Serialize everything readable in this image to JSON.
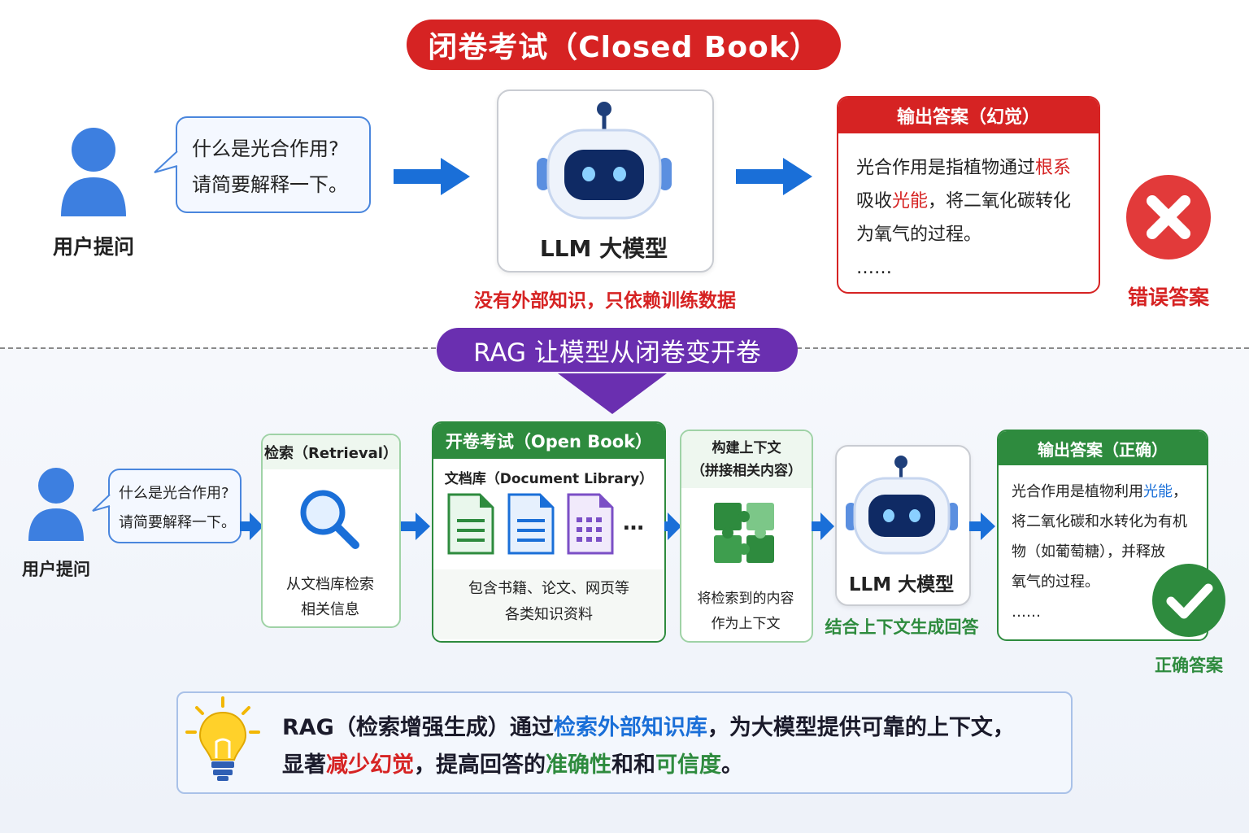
{
  "closed": {
    "title": "闭卷考试（Closed Book）",
    "user_question_line1": "什么是光合作用?",
    "user_question_line2": "请简要解释一下。",
    "user_label": "用户提问",
    "llm_label": "LLM 大模型",
    "llm_note": "没有外部知识，只依赖训练数据",
    "output_header": "输出答案（幻觉）",
    "answer_p1": "光合作用是指植物通过",
    "answer_h1": "根系",
    "answer_p2": "吸收",
    "answer_h2": "光能",
    "answer_p3": "，将二氧化碳转化",
    "answer_p4": "为氧气的过程。",
    "answer_ellipsis": "……",
    "verdict": "错误答案"
  },
  "transition": {
    "title": "RAG 让模型从闭卷变开卷"
  },
  "open": {
    "user_question_line1": "什么是光合作用?",
    "user_question_line2": "请简要解释一下。",
    "user_label": "用户提问",
    "retrieval_header": "检索（Retrieval）",
    "retrieval_desc1": "从文档库检索",
    "retrieval_desc2": "相关信息",
    "openbook_header": "开卷考试（Open Book）",
    "library_label": "文档库（Document Library）",
    "library_more": "…",
    "library_desc1": "包含书籍、论文、网页等",
    "library_desc2": "各类知识资料",
    "context_header1": "构建上下文",
    "context_header2": "（拼接相关内容）",
    "context_desc1": "将检索到的内容",
    "context_desc2": "作为上下文",
    "llm_label": "LLM 大模型",
    "llm_note": "结合上下文生成回答",
    "output_header": "输出答案（正确）",
    "answer_p1": "光合作用是植物利用",
    "answer_h1": "光能",
    "answer_p2": "，",
    "answer_p3": "将二氧化碳和水转化为有机",
    "answer_p4": "物（如葡萄糖），并释放",
    "answer_p5": "氧气的过程。",
    "answer_ellipsis": "……",
    "verdict": "正确答案"
  },
  "summary": {
    "t1": "RAG（检索增强生成）通过",
    "h1": "检索外部知识库",
    "t2": "，为大模型提供可靠的上下文，",
    "t3": "显著",
    "h2": "减少幻觉",
    "t4": "，提高回答的",
    "h3": "准确性",
    "t5": "和和",
    "h4": "可信度",
    "t6": "。"
  },
  "colors": {
    "red": "#d62323",
    "blue": "#1a6fd8",
    "green": "#2e8b3e",
    "purple": "#6a2fb0",
    "user_blue": "#3d7fe0"
  }
}
